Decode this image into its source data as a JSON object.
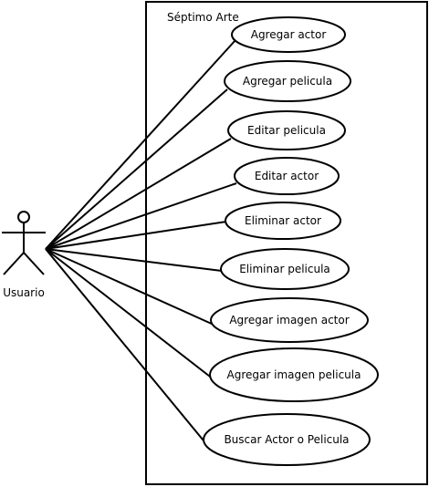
{
  "system": {
    "title": "Séptimo Arte"
  },
  "actor": {
    "name": "Usuario"
  },
  "use_cases": [
    {
      "label": "Agregar actor"
    },
    {
      "label": "Agregar pelicula"
    },
    {
      "label": "Editar pelicula"
    },
    {
      "label": "Editar actor"
    },
    {
      "label": "Eliminar actor"
    },
    {
      "label": "Eliminar pelicula"
    },
    {
      "label": "Agregar imagen actor"
    },
    {
      "label": "Agregar imagen pelicula"
    },
    {
      "label": "Buscar Actor o Pelicula"
    }
  ]
}
